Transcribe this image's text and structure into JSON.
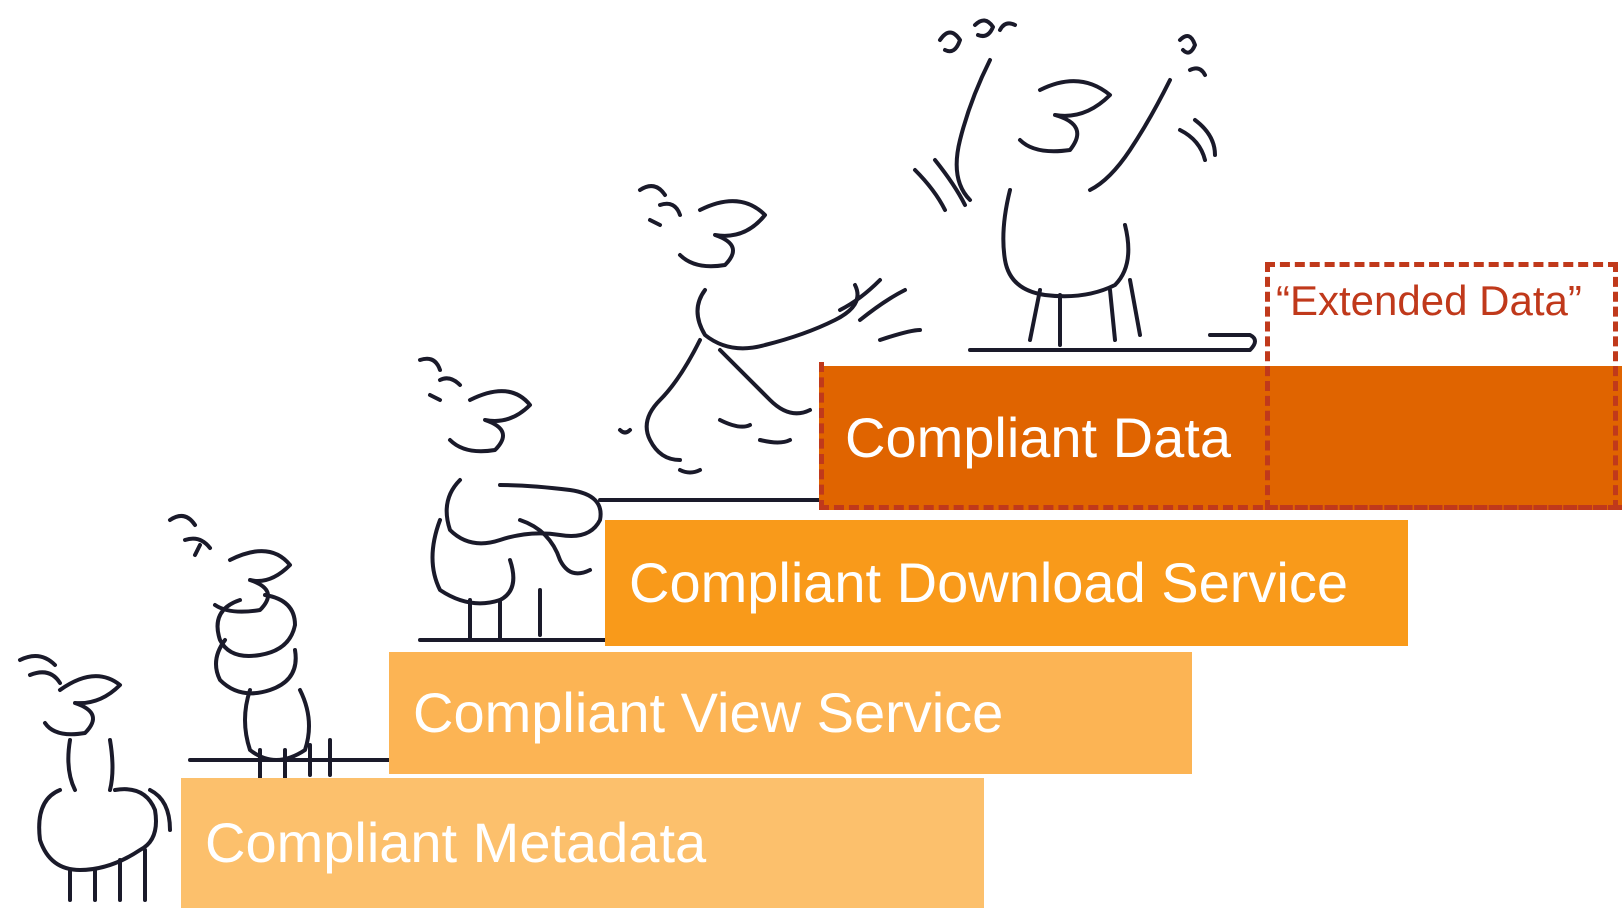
{
  "steps": [
    {
      "label": "Compliant Metadata",
      "color": "#fcc06c"
    },
    {
      "label": "Compliant View Service",
      "color": "#fcb454"
    },
    {
      "label": "Compliant Download Service",
      "color": "#f99a1a"
    },
    {
      "label": "Compliant Data",
      "color": "#e06400"
    }
  ],
  "extended": {
    "label": "“Extended Data”",
    "border_color": "#c0391b"
  }
}
